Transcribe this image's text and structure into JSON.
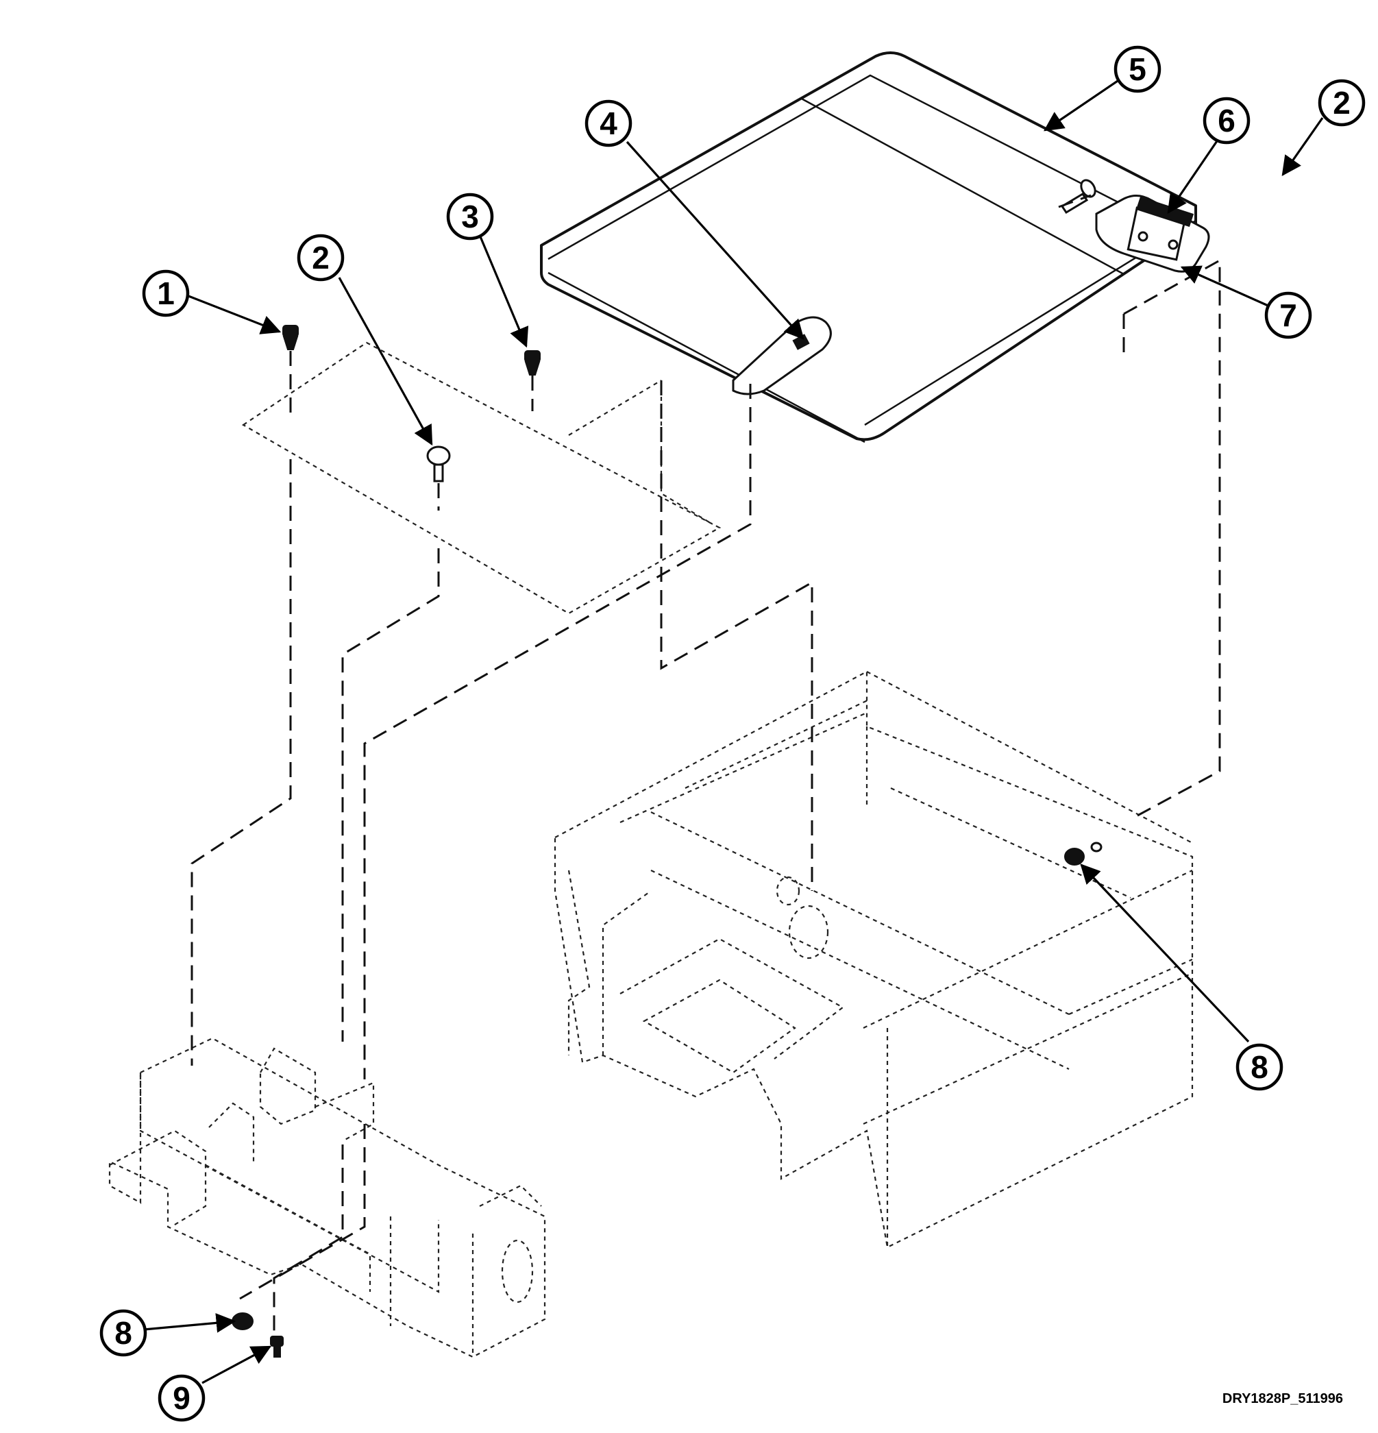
{
  "diagram": {
    "drawing_code": "DRY1828P_511996",
    "callouts": [
      {
        "id": "callout-1",
        "label": "1"
      },
      {
        "id": "callout-2-left",
        "label": "2"
      },
      {
        "id": "callout-3",
        "label": "3"
      },
      {
        "id": "callout-4",
        "label": "4"
      },
      {
        "id": "callout-5",
        "label": "5"
      },
      {
        "id": "callout-6",
        "label": "6"
      },
      {
        "id": "callout-2-right",
        "label": "2"
      },
      {
        "id": "callout-7",
        "label": "7"
      },
      {
        "id": "callout-8-right",
        "label": "8"
      },
      {
        "id": "callout-8-left",
        "label": "8"
      },
      {
        "id": "callout-9",
        "label": "9"
      }
    ]
  }
}
